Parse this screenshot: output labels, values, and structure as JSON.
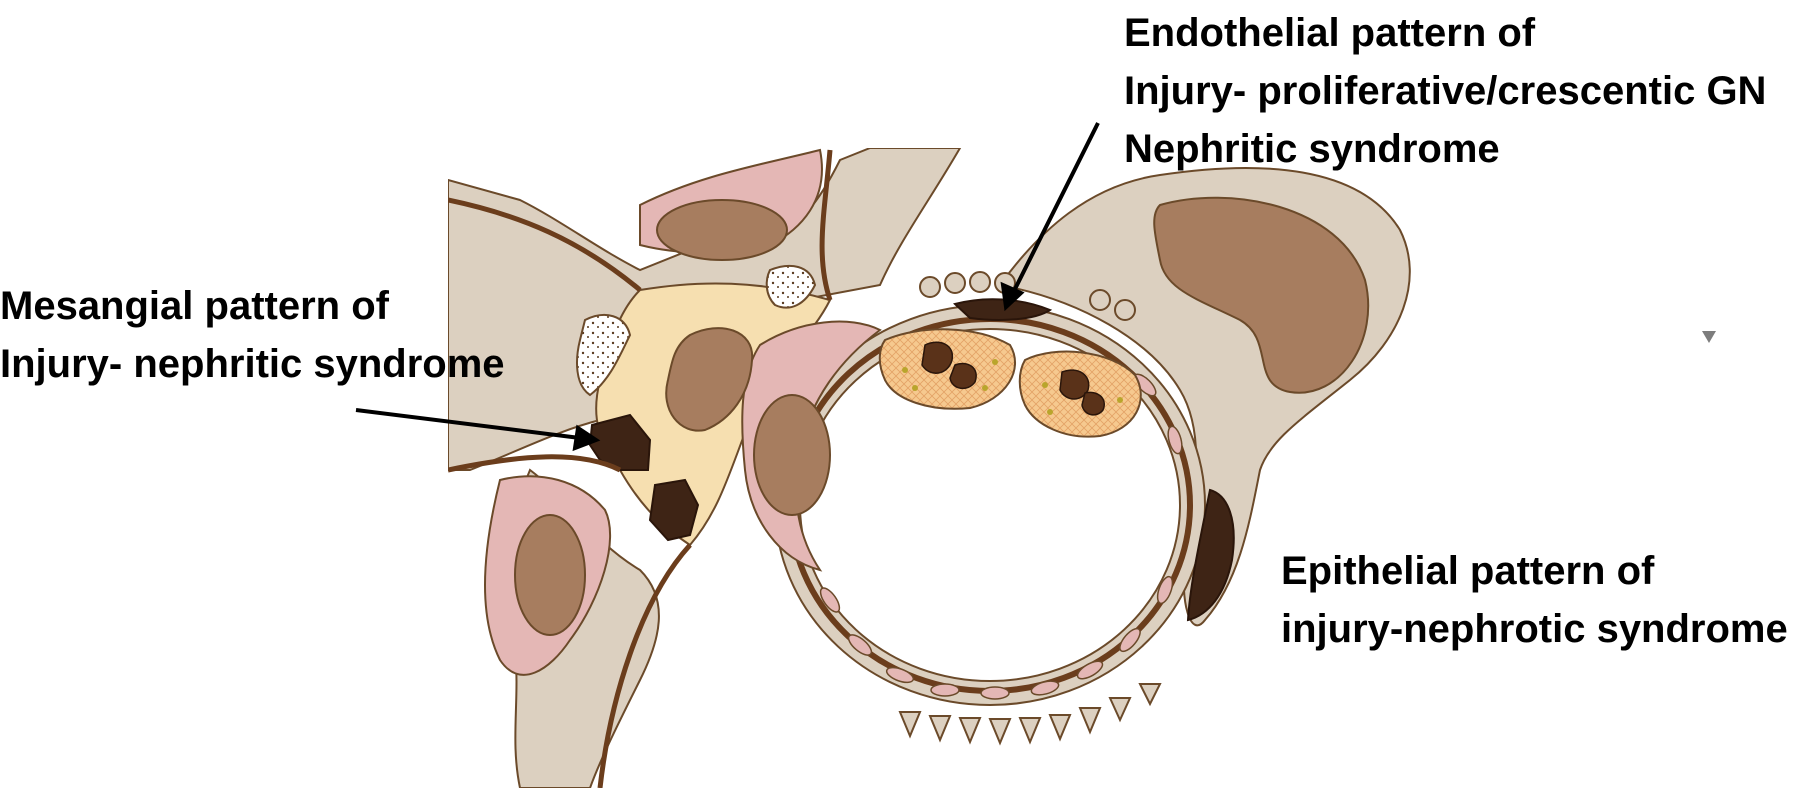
{
  "labels": {
    "endothelial": {
      "line1": "Endothelial pattern of",
      "line2": "Injury- proliferative/crescentic GN",
      "line3": "Nephritic syndrome"
    },
    "mesangial": {
      "line1": "Mesangial pattern of",
      "line2": "Injury- nephritic syndrome"
    },
    "epithelial": {
      "line1": "Epithelial pattern of",
      "line2": "injury-nephrotic syndrome"
    }
  },
  "colors": {
    "epithelium": "#dcd0c0",
    "mesangium": "#f6dfb0",
    "endothelium": "#e4b7b5",
    "nucleus": "#a77d5f",
    "basement_membrane": "#6b3d1c",
    "deposit": "#3e2415",
    "leukocyte": "#f6c98f",
    "arrow": "#000000"
  },
  "icons": {
    "marker": "triangle-down-icon"
  }
}
